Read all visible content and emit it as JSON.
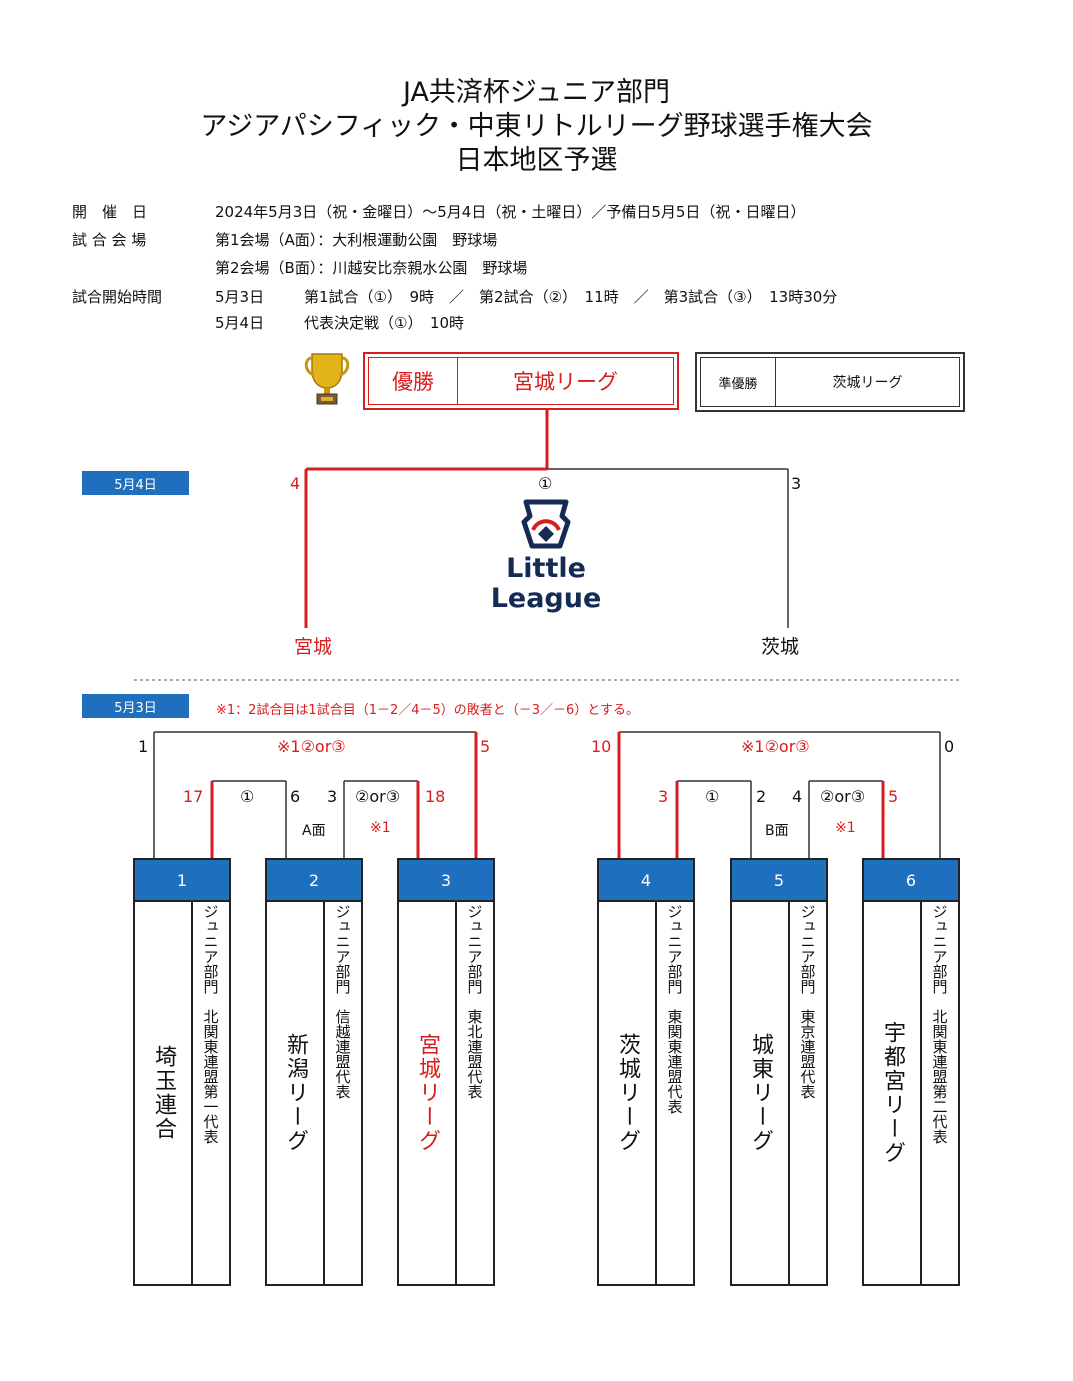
{
  "title": {
    "line1": "JA共済杯ジュニア部門",
    "line2": "アジアパシフィック・中東リトルリーグ野球選手権大会",
    "line3": "日本地区予選"
  },
  "info": {
    "date_label": "開　催　日",
    "date_value": "2024年5月3日（祝・金曜日）～5月4日（祝・土曜日）／予備日5月5日（祝・日曜日）",
    "venue_label": "試 合 会 場",
    "venue_a": "第1会場（A面）：大利根運動公園　野球場",
    "venue_b": "第2会場（B面）：川越安比奈親水公園　野球場",
    "time_label": "試合開始時間",
    "time_day1_date": "5月3日",
    "time_day1_value": "第1試合（①）　9時　／　第2試合（②）　11時　／　第3試合（③）　13時30分",
    "time_day2_date": "5月4日",
    "time_day2_value": "代表決定戦（①）　10時"
  },
  "champion": {
    "label": "優勝",
    "team": "宮城リーグ"
  },
  "runner_up": {
    "label": "準優勝",
    "team": "茨城リーグ"
  },
  "final": {
    "day": "5月4日",
    "game": "①",
    "left_score": "4",
    "right_score": "3",
    "left_team": "宮城",
    "right_team": "茨城",
    "logo_line1": "Little",
    "logo_line2": "League"
  },
  "day1": {
    "day": "5月3日",
    "note": "※1：2試合目は1試合目（1－2／4－5）の敗者と（－3／－6）とする。",
    "A": {
      "outer_score_left": "1",
      "outer_label": "※1②or③",
      "outer_score_right": "5",
      "g1_left": "17",
      "g1_label": "①",
      "g1_right": "6",
      "g2_left": "3",
      "g2_label": "②or③",
      "g2_right": "18",
      "field": "A面",
      "mark": "※1"
    },
    "B": {
      "outer_score_left": "10",
      "outer_label": "※1②or③",
      "outer_score_right": "0",
      "g1_left": "3",
      "g1_label": "①",
      "g1_right": "2",
      "g2_left": "4",
      "g2_label": "②or③",
      "g2_right": "5",
      "field": "B面",
      "mark": "※1"
    }
  },
  "teams": [
    {
      "num": "1",
      "name": "埼玉連合",
      "sub": "ジュニア部門　北関東連盟第一代表"
    },
    {
      "num": "2",
      "name": "新潟リーグ",
      "sub": "ジュニア部門　信越連盟代表"
    },
    {
      "num": "3",
      "name": "宮城リーグ",
      "sub": "ジュニア部門　東北連盟代表"
    },
    {
      "num": "4",
      "name": "茨城リーグ",
      "sub": "ジュニア部門　東関東連盟代表"
    },
    {
      "num": "5",
      "name": "城東リーグ",
      "sub": "ジュニア部門　東京連盟代表"
    },
    {
      "num": "6",
      "name": "宇都宮リーグ",
      "sub": "ジュニア部門　北関東連盟第二代表"
    }
  ],
  "colors": {
    "accent_red": "#d81d1d",
    "header_blue": "#1f6fbf",
    "logo_navy": "#152a54"
  },
  "icons": [
    "trophy-icon",
    "little-league-logo"
  ]
}
